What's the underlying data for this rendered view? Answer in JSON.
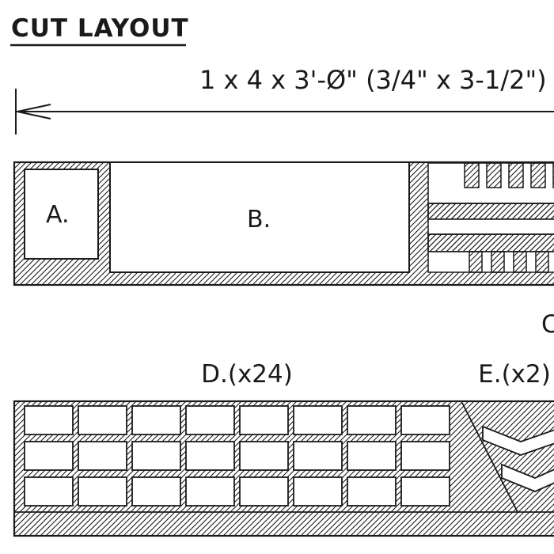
{
  "title": "CUT LAYOUT",
  "dimension_label": "1 x 4 x 3'-Ø\" (3/4\" x 3-1/2\")",
  "boards": {
    "board1": {
      "piece_a": "A.",
      "piece_b": "B.",
      "piece_c": "C."
    },
    "board2": {
      "label_d": "D.(x24)",
      "label_e": "E.(x2)"
    }
  },
  "colors": {
    "ink": "#1a1a1a",
    "paper": "#ffffff"
  }
}
